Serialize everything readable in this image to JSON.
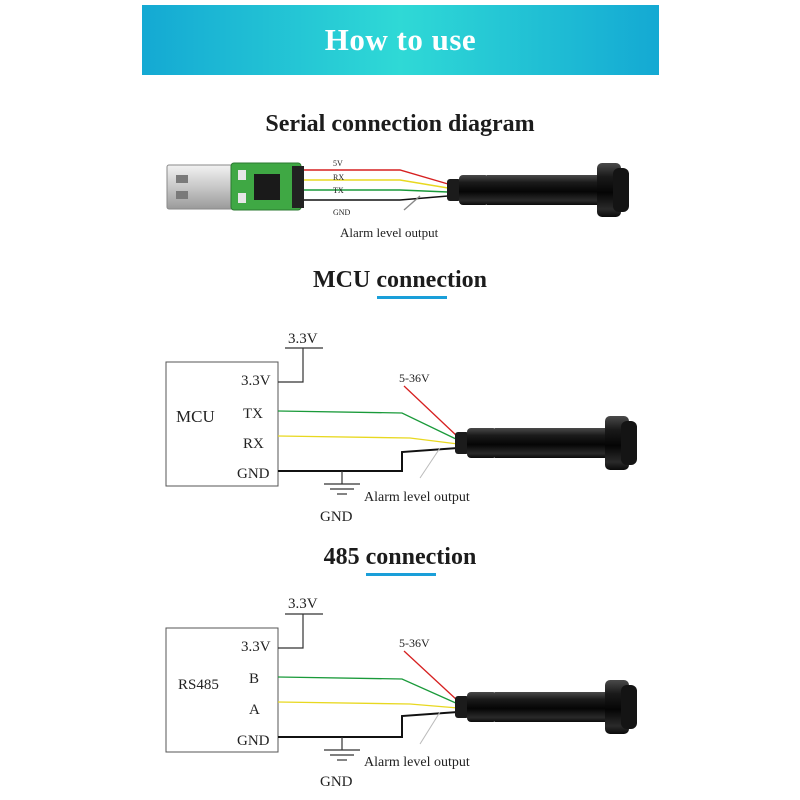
{
  "banner": {
    "title": "How to use"
  },
  "serial": {
    "title": "Serial connection diagram",
    "pins": [
      "5V",
      "RX",
      "TX",
      "GND"
    ],
    "alarm": "Alarm level output"
  },
  "mcu": {
    "title": "MCU connection",
    "box_label": "MCU",
    "pins": [
      "3.3V",
      "TX",
      "RX",
      "GND"
    ],
    "supply": "3.3V",
    "power": "5-36V",
    "ground": "GND",
    "alarm": "Alarm level output"
  },
  "rs485": {
    "title": "485 connection",
    "box_label": "RS485",
    "pins": [
      "3.3V",
      "B",
      "A",
      "GND"
    ],
    "supply": "3.3V",
    "power": "5-36V",
    "ground": "GND",
    "alarm": "Alarm level output"
  },
  "colors": {
    "accent": "#1a9fd9",
    "wire_red": "#d62020",
    "wire_green": "#1a9a3a",
    "wire_yellow": "#e8d820",
    "wire_black": "#111111"
  }
}
